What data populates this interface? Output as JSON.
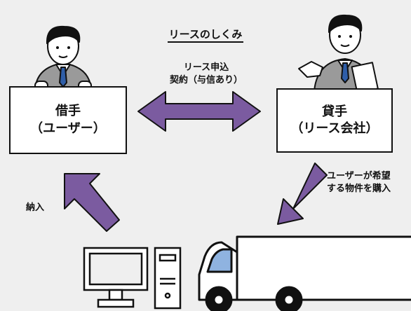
{
  "title": "リースのしくみ",
  "left_box": {
    "line1": "借手",
    "line2": "（ユーザー）"
  },
  "right_box": {
    "line1": "貸手",
    "line2": "（リース会社）"
  },
  "contract_label": {
    "line1": "リース申込",
    "line2": "契約（与信あり）"
  },
  "purchase_label": {
    "line1": "ユーザーが希望",
    "line2": "する物件を購入"
  },
  "delivery_label": "納入",
  "colors": {
    "arrow": "#7b5ba0",
    "arrow_outline": "#111111",
    "background": "#efefef",
    "box": "#ffffff"
  }
}
